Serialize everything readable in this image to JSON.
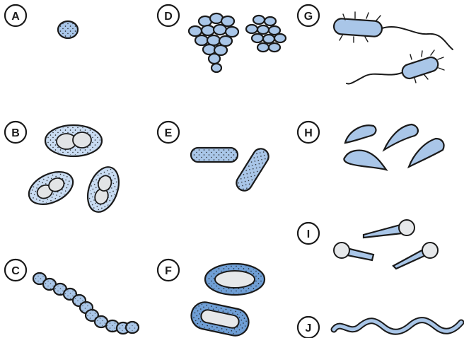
{
  "panels": [
    {
      "letter": "A"
    },
    {
      "letter": "B"
    },
    {
      "letter": "C"
    },
    {
      "letter": "D"
    },
    {
      "letter": "E"
    },
    {
      "letter": "F"
    },
    {
      "letter": "G"
    },
    {
      "letter": "H"
    },
    {
      "letter": "I"
    },
    {
      "letter": "J"
    }
  ],
  "colors": {
    "cell_fill": "#a9c6e8",
    "cell_fill_light": "#c9dcf2",
    "capsule_dark": "#6f9fd6",
    "outline": "#1a1a1a",
    "spore_fill": "#e6e8ea"
  }
}
